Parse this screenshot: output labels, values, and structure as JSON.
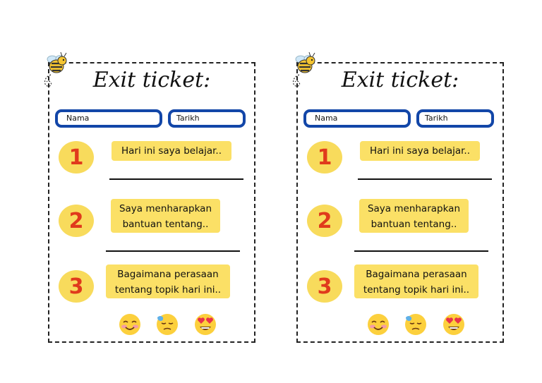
{
  "tickets": [
    {
      "title": "Exit ticket:",
      "fields": {
        "nama": "Nama",
        "tarikh": "Tarikh"
      },
      "questions": [
        {
          "number": "1",
          "text": "Hari ini saya belajar.."
        },
        {
          "number": "2",
          "text": "Saya menharapkan bantuan tentang.."
        },
        {
          "number": "3",
          "text": "Bagaimana perasaan tentang topik hari ini.."
        }
      ],
      "emojis": [
        "smiling-blushing-face-icon",
        "downcast-face-with-sweat-icon",
        "heart-eyes-face-icon"
      ]
    },
    {
      "title": "Exit ticket:",
      "fields": {
        "nama": "Nama",
        "tarikh": "Tarikh"
      },
      "questions": [
        {
          "number": "1",
          "text": "Hari ini saya belajar.."
        },
        {
          "number": "2",
          "text": "Saya menharapkan bantuan tentang.."
        },
        {
          "number": "3",
          "text": "Bagaimana perasaan tentang topik hari ini.."
        }
      ],
      "emojis": [
        "smiling-blushing-face-icon",
        "downcast-face-with-sweat-icon",
        "heart-eyes-face-icon"
      ]
    }
  ],
  "colors": {
    "field_border": "#1246a8",
    "label_bg": "#fbe066",
    "number_circle": "#f8db5c",
    "number_text": "#e03a1c"
  }
}
